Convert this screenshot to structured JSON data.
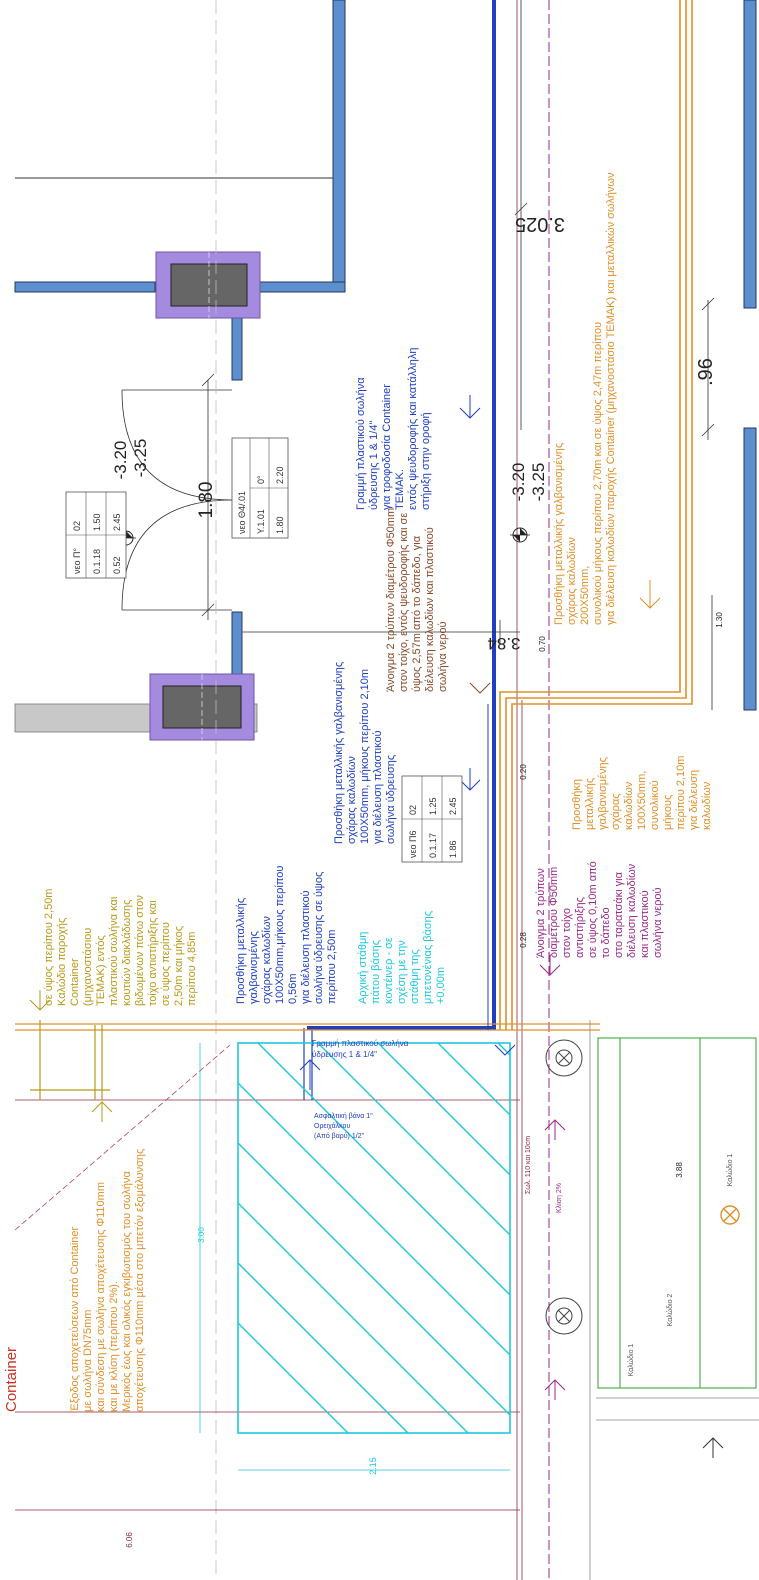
{
  "dimensions": {
    "d3025": "3.025",
    "d96": ".96",
    "d180": "1.80",
    "d384": "3.84",
    "d130": "1.30",
    "d070": "0.70",
    "d020a": "0.20",
    "d028": "0.28",
    "d388": "3.88",
    "d300": "3.00",
    "d215": "2.15",
    "d606": "6.06"
  },
  "levels": {
    "l1_top": "-3.20",
    "l1_bot": "-3.25",
    "l2_top": "-3.20",
    "l2_bot": "-3.25"
  },
  "tables": {
    "t1": [
      [
        "νεο Π°",
        "02"
      ],
      [
        "0.1.18",
        "1.50"
      ],
      [
        "0.52",
        "2.45"
      ]
    ],
    "t2": [
      [
        "νεο Θ4/.01",
        ""
      ],
      [
        "Υ.1.01",
        "0°"
      ],
      [
        "1.80",
        "2.20"
      ]
    ],
    "t3": [
      [
        "νεο Π6",
        "02"
      ],
      [
        "0.1.17",
        "1.25"
      ],
      [
        "1.86",
        "2.45"
      ]
    ]
  },
  "notes": {
    "n1": [
      "Γραμμή πλαστικού σωλήνα",
      "ύδρευσης 1 & 1/4\"",
      "για τροφοδοσία Container",
      "ΤΕΜΑΚ.",
      "εντός ψευδοροφής και κατάλληλη",
      "στήριξη στην οροφή"
    ],
    "n2": [
      "Άνοιγμα 2 τρύπων διαμέτρου Φ50mm",
      "στον τοίχο, εντός ψευδοροφής και σε",
      "ύψος 2,57m από το δάπεδο, για",
      "διέλευση καλωδίων και πλαστικού",
      "σωλήνα νερού"
    ],
    "n3": [
      "Προσθήκη μεταλλικής γαλβανισμένης",
      "σχάρας καλωδίων",
      "100Χ50mm, μήκους περίπου 2,10m",
      "για διέλευση πλαστικού",
      "σωλήνα ύδρευσης"
    ],
    "n4": [
      "Προσθήκη μεταλλικής",
      "γαλβανισμένης",
      "σχάρας καλωδίων",
      "100Χ50mm,μήκους περίπου",
      "0,56m",
      "για διέλευση πλαστικού",
      "σωλήνα ύδρευσης σε ύψος",
      "περίπου 2,50m"
    ],
    "n5": [
      "Αρχική στάθμη",
      "πάτου βάσης",
      "κοντέινερ - σε",
      "σχέση με την",
      "στάθμη της",
      "μπετονένιας βάσης",
      "+0,00m"
    ],
    "n6": [
      "σε ύψος περίπου 2,50m",
      "Καλώδιο παροχής",
      "Container",
      "(μηχανοστάσιου",
      "ΤΕΜΑΚ) εντός",
      "πλαστικού σωλήνα και",
      "κουτιών διακλάδωσης",
      "βιδωμένων πάνω στον",
      "τοίχο αντιστήριξης και",
      "σε ύψος περίπου",
      "2,50m και μήκος",
      "περίπου 4,85m"
    ],
    "n7": [
      "Προσθήκη μεταλλικής γαλβανισμένης",
      "σχάρας καλωδίων",
      "200Χ50mm,",
      "συνολικού μήκους περίπου 2,70m και σε ύψος 2,47m περίπου",
      "για διέλευση καλωδίων παροχής Container (μηχανοστάσιο ΤΕΜΑΚ) και μεταλλικών σωλήνων"
    ],
    "n8": [
      "Άνοιγμα 2 τρύπων",
      "διαμέτρου Φ50mm",
      "στον τοίχο",
      "αντιστήριξης",
      "σε ύψος 0,10m από",
      "το δάπεδο",
      "στο ταρατσάκι για",
      "διέλευση καλωδίων",
      "και πλαστικού",
      "σωλήνα νερού"
    ],
    "n9": [
      "Προσθήκη",
      "μεταλλικής",
      "γαλβανισμένης",
      "σχάρας",
      "καλωδίων",
      "100Χ50mm,",
      "συνολικού",
      "μήκους",
      "περίπου 2,10m",
      "για διέλευση",
      "καλωδίων"
    ],
    "n10": [
      "Container",
      "Έξοδος αποχετεύσεων από Container",
      "με σωλήνα DN75mm",
      "και σύνδεση με σωλήνα αποχέτευσης Φ110mm",
      "και με κλίση (περίπου 2%).",
      "Μερικός έως και ολικός εγκιβωτισμός του σωλήνα",
      "αποχέτευσης Φ110mm  μέσα στο μπετόν εξομάλυνσης"
    ],
    "n11": [
      "Γραμμή πλαστικού σωλήνα",
      "ύδρευσης 1 & 1/4\""
    ],
    "n12": [
      "Ασφαλτική βάνα 1\"",
      "Ορειχάλκου",
      "(Από βαρύ) 1/2\""
    ],
    "n13": [
      "Σωλ. 110 και 10cm"
    ],
    "n14": [
      "Καλώδιο 1"
    ],
    "n15": [
      "Καλώδιο 2"
    ],
    "n16": [
      "Καλώδιο 1"
    ],
    "n17": [
      "Κλίση 2%"
    ]
  },
  "colors": {
    "wall_blue": "#5b8fcf",
    "column_purple": "#a58be0",
    "pipe_blue": "#1f3fbf",
    "cyan": "#1ec8dc",
    "orange": "#e0902a",
    "olive": "#b89a18",
    "magenta": "#9a2a8a",
    "darkred": "#8a2a3a",
    "green": "#2fa22f"
  }
}
